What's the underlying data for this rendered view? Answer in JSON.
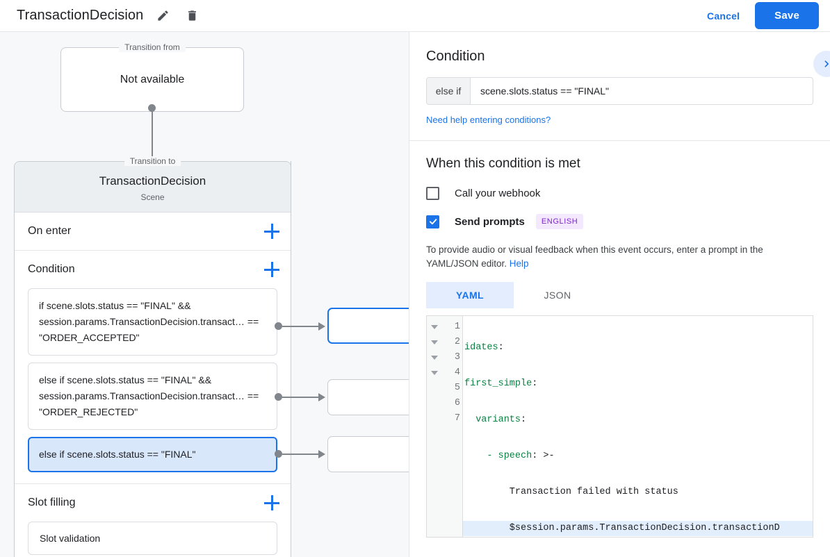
{
  "header": {
    "title": "TransactionDecision",
    "edit_icon": "pencil-icon",
    "delete_icon": "trash-icon",
    "cancel_label": "Cancel",
    "save_label": "Save",
    "accent_color": "#1a73e8"
  },
  "canvas": {
    "transition_from": {
      "legend": "Transition from",
      "body": "Not available"
    },
    "transition_to": {
      "legend": "Transition to",
      "scene_name": "TransactionDecision",
      "scene_type": "Scene"
    },
    "sections": [
      {
        "title": "On enter",
        "add_label": "+"
      },
      {
        "title": "Condition",
        "add_label": "+"
      },
      {
        "title": "Slot filling",
        "add_label": "+"
      }
    ],
    "conditions": [
      {
        "text": "if scene.slots.status == \"FINAL\" && session.params.TransactionDecision.transact… == \"ORDER_ACCEPTED\"",
        "selected": false
      },
      {
        "text": "else if scene.slots.status == \"FINAL\" && session.params.TransactionDecision.transact… == \"ORDER_REJECTED\"",
        "selected": false
      },
      {
        "text": "else if scene.slots.status == \"FINAL\"",
        "selected": true
      }
    ],
    "slot_filling": [
      {
        "text": "Slot validation"
      }
    ]
  },
  "right_panel": {
    "title": "Condition",
    "expand_icon": "chevron-right-icon",
    "condition_prefix": "else if",
    "condition_value": "scene.slots.status == \"FINAL\"",
    "help_link": "Need help entering conditions?",
    "section_title": "When this condition is met",
    "webhook": {
      "label": "Call your webhook",
      "checked": false
    },
    "prompts": {
      "label": "Send prompts",
      "checked": true,
      "badge": "ENGLISH",
      "badge_bg": "#f3e8fd",
      "badge_color": "#7b27c7"
    },
    "description_before": "To provide audio or visual feedback when this event occurs, enter a prompt in the YAML/JSON editor. ",
    "description_link": "Help",
    "tabs": [
      {
        "label": "YAML",
        "active": true
      },
      {
        "label": "JSON",
        "active": false
      }
    ],
    "editor": {
      "lines": [
        {
          "num": "1",
          "fold": true,
          "highlight": false,
          "key": "idates",
          "colon": ":",
          "rest": ""
        },
        {
          "num": "2",
          "fold": true,
          "highlight": false,
          "key": "first_simple",
          "colon": ":",
          "rest": ""
        },
        {
          "num": "3",
          "fold": true,
          "highlight": false,
          "key": "  variants",
          "colon": ":",
          "rest": ""
        },
        {
          "num": "4",
          "fold": true,
          "highlight": false,
          "key": "    - speech",
          "colon": ":",
          "rest": " >-"
        },
        {
          "num": "5",
          "fold": false,
          "highlight": false,
          "key": "",
          "colon": "",
          "rest": "        Transaction failed with status"
        },
        {
          "num": "6",
          "fold": false,
          "highlight": true,
          "key": "",
          "colon": "",
          "rest": "        $session.params.TransactionDecision.transactionD"
        },
        {
          "num": "7",
          "fold": false,
          "highlight": false,
          "key": "",
          "colon": "",
          "rest": ""
        }
      ]
    }
  }
}
